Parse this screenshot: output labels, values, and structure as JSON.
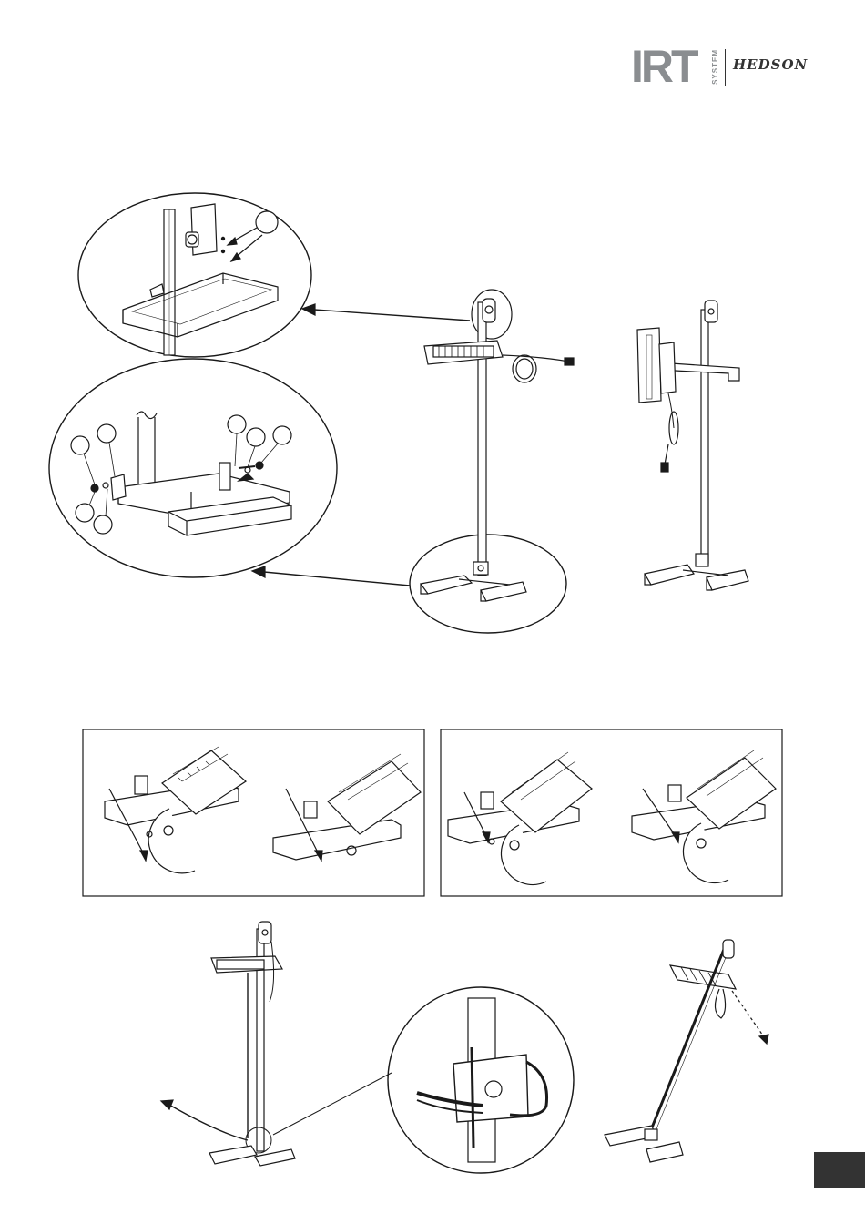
{
  "brand": {
    "logo_main": "IRT",
    "logo_sub": "SYSTEM",
    "partner": "HEDSON"
  },
  "colors": {
    "logo_gray": "#8a8d90",
    "line": "#1a1a1a",
    "tab": "#333333"
  },
  "illustrations": {
    "detail_top_icon": "bracket-mount-detail-icon",
    "detail_base_icon": "base-assembly-detail-icon",
    "stand_front_icon": "lamp-stand-front-icon",
    "stand_side_icon": "lamp-stand-side-icon",
    "tilt_panel_left_icon": "tilt-adjustment-left-icon",
    "tilt_panel_right_icon": "tilt-adjustment-right-icon",
    "cable_stand_icon": "cable-routing-stand-icon",
    "clip_detail_icon": "cable-clip-detail-icon",
    "tilted_stand_icon": "tilted-stand-icon"
  }
}
